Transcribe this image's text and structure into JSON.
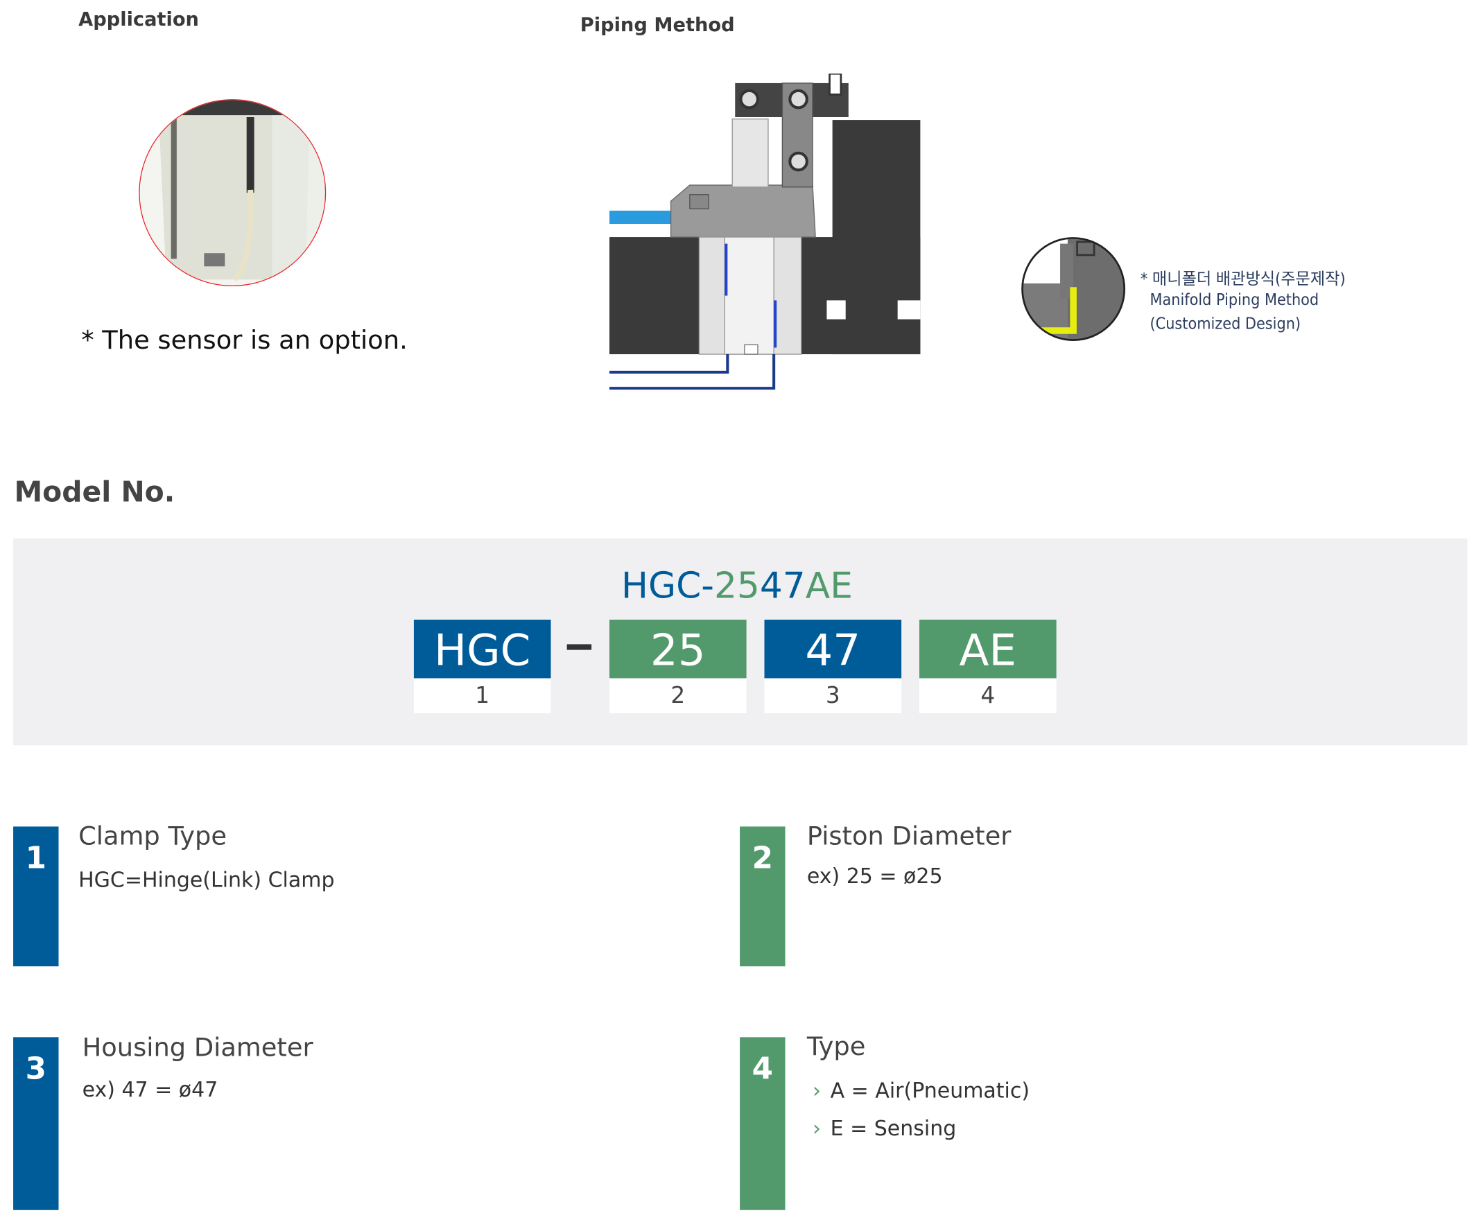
{
  "application": {
    "title": "Application",
    "note": "* The sensor is an option."
  },
  "piping": {
    "title": "Piping Method",
    "manifold_ko": "* 매니폴더 배관방식(주문제작)",
    "manifold_en": "Manifold Piping Method",
    "manifold_custom": "(Customized Design)"
  },
  "model": {
    "title": "Model No.",
    "code_parts": [
      "HGC",
      "-",
      "25",
      "47",
      "AE"
    ],
    "segments": [
      {
        "code": "HGC",
        "index": "1",
        "color": "#005b99"
      },
      {
        "code": "25",
        "index": "2",
        "color": "#529a6c"
      },
      {
        "code": "47",
        "index": "3",
        "color": "#005b99"
      },
      {
        "code": "AE",
        "index": "4",
        "color": "#529a6c"
      }
    ]
  },
  "sections": [
    {
      "num": "1",
      "title": "Clamp Type",
      "lines": [
        "HGC=Hinge(Link) Clamp"
      ]
    },
    {
      "num": "2",
      "title": "Piston Diameter",
      "lines": [
        "ex) 25 = ø25"
      ]
    },
    {
      "num": "3",
      "title": "Housing Diameter",
      "lines": [
        "ex) 47 = ø47"
      ]
    },
    {
      "num": "4",
      "title": "Type",
      "lines": [
        "A = Air(Pneumatic)",
        "E = Sensing"
      ]
    }
  ]
}
